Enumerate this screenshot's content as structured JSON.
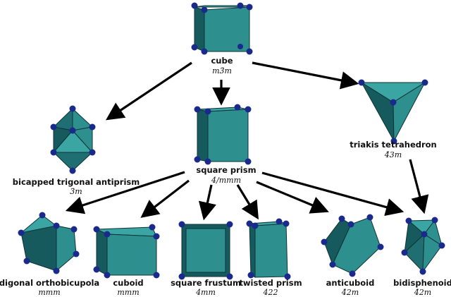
{
  "nodes": [
    {
      "id": "cube",
      "name": "cube",
      "group": "m3̄m"
    },
    {
      "id": "bicapped",
      "name": "bicapped trigonal antiprism",
      "group": "3̄m"
    },
    {
      "id": "square_prism",
      "name": "square prism",
      "group": "4/mmm"
    },
    {
      "id": "triakis",
      "name": "triakis tetrahedron",
      "group": "4̄3m"
    },
    {
      "id": "digonal",
      "name": "digonal orthobicupola",
      "group": "mmm"
    },
    {
      "id": "cuboid",
      "name": "cuboid",
      "group": "mmm"
    },
    {
      "id": "frustum",
      "name": "square frustum",
      "group": "4mm"
    },
    {
      "id": "twisted",
      "name": "twisted prism",
      "group": "422"
    },
    {
      "id": "anticuboid",
      "name": "anticuboid",
      "group": "4̄2m"
    },
    {
      "id": "bisphenoid",
      "name": "bidisphenoid",
      "group": "4̄2m"
    }
  ],
  "edges": [
    [
      "cube",
      "bicapped"
    ],
    [
      "cube",
      "square_prism"
    ],
    [
      "cube",
      "triakis"
    ],
    [
      "square_prism",
      "digonal"
    ],
    [
      "square_prism",
      "cuboid"
    ],
    [
      "square_prism",
      "frustum"
    ],
    [
      "square_prism",
      "twisted"
    ],
    [
      "square_prism",
      "anticuboid"
    ],
    [
      "square_prism",
      "bisphenoid"
    ],
    [
      "triakis",
      "bisphenoid"
    ]
  ],
  "colors": {
    "face": "#2e8f8f",
    "edge": "#0d3336",
    "vertex": "#1a2a8c",
    "arrow": "#000000"
  }
}
